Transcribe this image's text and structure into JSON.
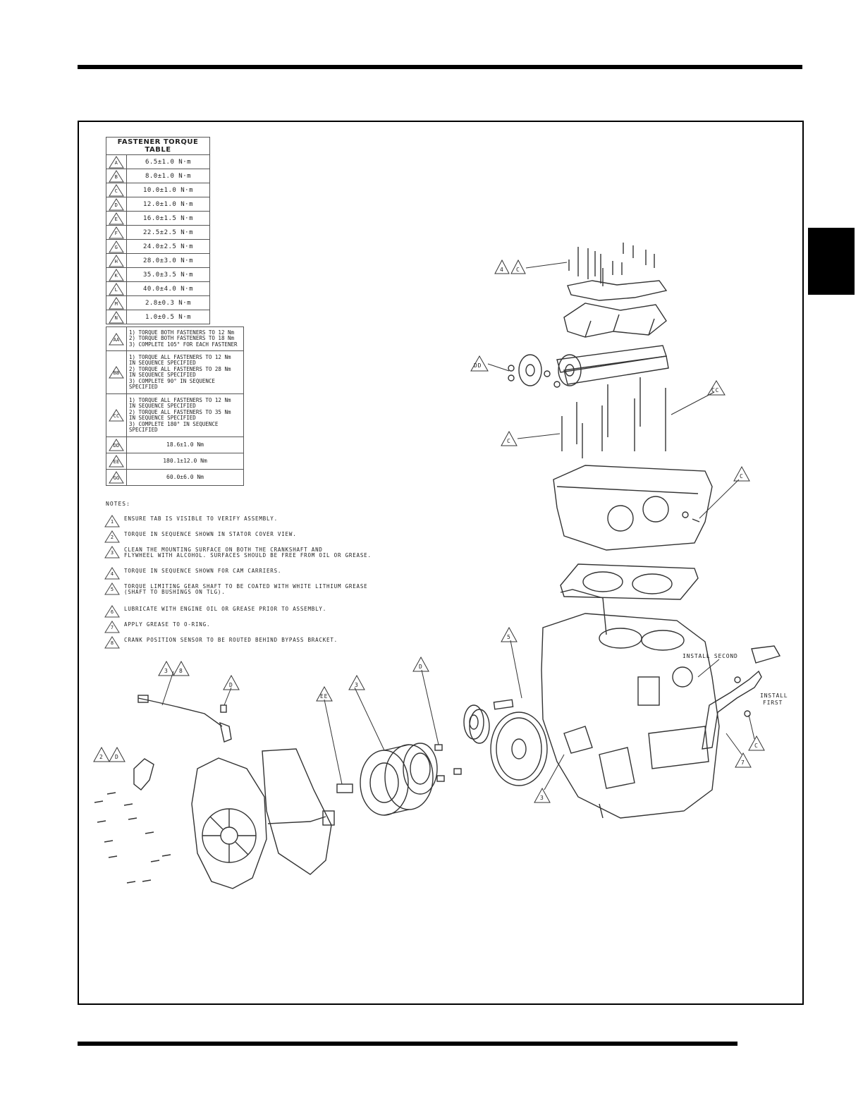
{
  "torque_table": {
    "title": "FASTENER TORQUE TABLE",
    "rows": [
      {
        "key": "A",
        "value": "6.5±1.0 N·m"
      },
      {
        "key": "B",
        "value": "8.0±1.0 N·m"
      },
      {
        "key": "C",
        "value": "10.0±1.0 N·m"
      },
      {
        "key": "D",
        "value": "12.0±1.0 N·m"
      },
      {
        "key": "E",
        "value": "16.0±1.5 N·m"
      },
      {
        "key": "F",
        "value": "22.5±2.5 N·m"
      },
      {
        "key": "G",
        "value": "24.0±2.5 N·m"
      },
      {
        "key": "H",
        "value": "28.0±3.0 N·m"
      },
      {
        "key": "K",
        "value": "35.0±3.5 N·m"
      },
      {
        "key": "L",
        "value": "40.0±4.0 N·m"
      },
      {
        "key": "M",
        "value": "2.8±0.3 N·m"
      },
      {
        "key": "N",
        "value": "1.0±0.5 N·m"
      }
    ]
  },
  "sequence_table": [
    {
      "key": "AA",
      "steps": [
        "1) TORQUE BOTH FASTENERS TO 12 Nm",
        "2) TORQUE BOTH FASTENERS TO 18 Nm",
        "3) COMPLETE 105° FOR EACH FASTENER"
      ]
    },
    {
      "key": "BB",
      "steps": [
        "1) TORQUE ALL FASTENERS TO 12 Nm",
        "IN SEQUENCE SPECIFIED",
        "2) TORQUE ALL FASTENERS TO 28 Nm",
        "IN SEQUENCE SPECIFIED",
        "3) COMPLETE 90° IN SEQUENCE",
        "SPECIFIED"
      ]
    },
    {
      "key": "CC",
      "steps": [
        "1) TORQUE ALL FASTENERS TO 12 Nm",
        "IN SEQUENCE SPECIFIED",
        "2) TORQUE ALL FASTENERS TO 35 Nm",
        "IN SEQUENCE SPECIFIED",
        "3) COMPLETE 180° IN SEQUENCE",
        "SPECIFIED"
      ]
    },
    {
      "key": "DD",
      "steps": [
        "18.6±1.0 Nm"
      ]
    },
    {
      "key": "EE",
      "steps": [
        "180.1±12.0 Nm"
      ]
    },
    {
      "key": "GG",
      "steps": [
        "60.0±6.0 Nm"
      ]
    }
  ],
  "notes": {
    "title": "NOTES:",
    "items": [
      {
        "num": "1",
        "text": "ENSURE TAB IS VISIBLE TO VERIFY ASSEMBLY."
      },
      {
        "num": "2",
        "text": "TORQUE IN SEQUENCE SHOWN IN STATOR COVER VIEW."
      },
      {
        "num": "3",
        "text": "CLEAN THE MOUNTING SURFACE ON BOTH THE CRANKSHAFT AND\nFLYWHEEL WITH ALCOHOL. SURFACES SHOULD BE FREE FROM OIL OR GREASE."
      },
      {
        "num": "4",
        "text": "TORQUE IN SEQUENCE SHOWN FOR CAM CARRIERS."
      },
      {
        "num": "5",
        "text": "TORQUE LIMITING GEAR SHAFT TO BE COATED WITH WHITE LITHIUM GREASE\n(SHAFT TO BUSHINGS ON TLG)."
      },
      {
        "num": "6",
        "text": "LUBRICATE WITH ENGINE OIL OR GREASE PRIOR TO ASSEMBLY."
      },
      {
        "num": "7",
        "text": "APPLY GREASE TO O-RING."
      },
      {
        "num": "8",
        "text": "CRANK POSITION SENSOR TO BE ROUTED BEHIND BYPASS BRACKET."
      }
    ]
  },
  "callouts": {
    "install_second": "INSTALL SECOND",
    "install_first_1": "INSTALL",
    "install_first_2": "FIRST",
    "cam_bolts_a": "4",
    "cam_bolts_b": "C",
    "cam_sprocket": "DD",
    "head_bolts_c": "C",
    "head_bolts_cc": "CC",
    "side_bolt": "C",
    "sensor_a": "3",
    "sensor_b": "8",
    "sensor_bolt": "D",
    "flywheel_bolt": "EE",
    "flywheel": "3",
    "gear_bolt": "D",
    "tlg_shaft": "5",
    "crank": "3",
    "hose_fit": "7",
    "hose_bolt": "C",
    "cover_a": "2",
    "cover_b": "D"
  }
}
